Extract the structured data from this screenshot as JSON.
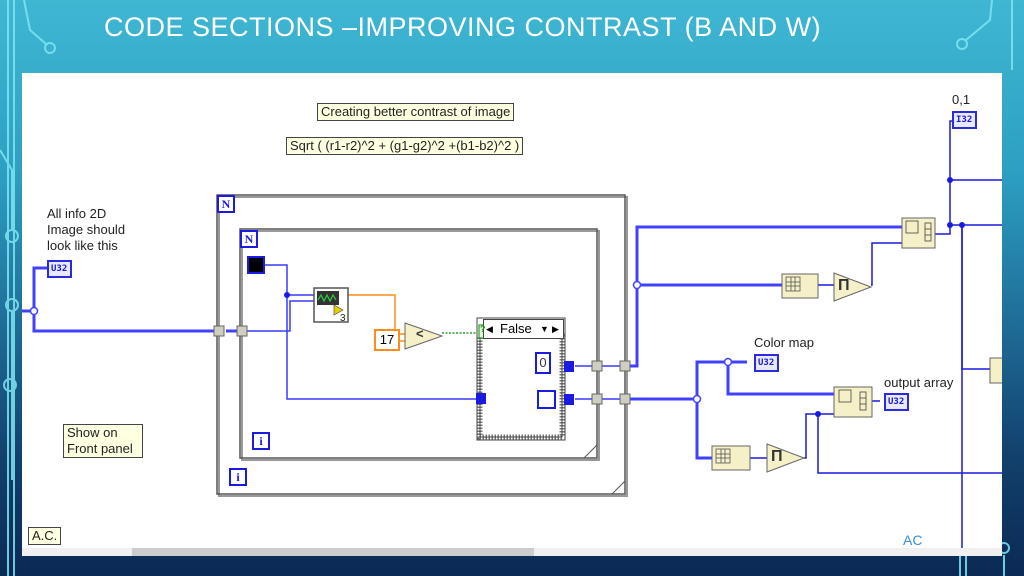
{
  "slide": {
    "title": "CODE SECTIONS –IMPROVING CONTRAST (B AND W)",
    "footer_initials": "AC"
  },
  "diagram": {
    "comments": {
      "heading": "Creating better contrast of image",
      "formula": "Sqrt ( (r1-r2)^2 + (g1-g2)^2 +(b1-b2)^2  )",
      "show_front_panel_line1": "Show on",
      "show_front_panel_line2": "Front panel",
      "author": "A.C."
    },
    "labels": {
      "input_line1": "All info 2D",
      "input_line2": "Image should",
      "input_line3": "look like this",
      "top_right": "0,1",
      "color_map": "Color map",
      "output_array": "output array"
    },
    "terminals": {
      "input_type": "U32",
      "top_right_type": "I32",
      "color_map_type": "U32",
      "output_array_type": "U32"
    },
    "loops": {
      "count_symbol": "N",
      "iteration_symbol": "i"
    },
    "constants": {
      "threshold": "17",
      "zero": "0",
      "subvi_output_count": "3"
    },
    "operators": {
      "compare": "<",
      "product": "Π"
    },
    "case_structure": {
      "selector_value": "False",
      "selector_terminal": "?"
    },
    "colors": {
      "wire_array": "#4040ff",
      "wire_numeric_orange": "#ff8c1a",
      "wire_boolean": "#2e9e2e",
      "node_fill": "#f5f0c8",
      "indicator_border": "#2a2ae0"
    }
  }
}
